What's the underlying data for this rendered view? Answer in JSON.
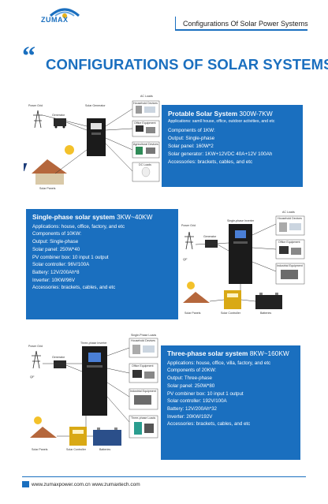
{
  "header": {
    "brand": "ZUMAX",
    "title": "Configurations Of Solar Power Systems"
  },
  "main_title": "CONFIGURATIONS  OF SOLAR SYSTEMS",
  "system1": {
    "title": "Protable Solar System",
    "range": "300W-7KW",
    "applications": "Applications: samll house, office, outdoor activities, and etc",
    "lines": [
      "Components of 1KW:",
      "Output: Single-phase",
      "Solar panel: 160W*2",
      "Solar generator:  1KW+12VDC 40A+12V 100Ah",
      "Accessories:  brackets, cables, and etc"
    ],
    "diagram_labels": {
      "power_grid": "Power Grid",
      "generator": "Generator",
      "solar_generator": "Solar Generator",
      "solar_panels": "Solar Panels",
      "ac_loads": "AC Loads",
      "household": "Household Devices",
      "office": "Office Equipment",
      "agri": "Agricultural Devices",
      "dc_loads": "DC Loads"
    }
  },
  "system2": {
    "title": "Single-phase solar system",
    "range": "3KW~40KW",
    "lines": [
      "Applications: house, office, factory, and etc",
      "Components of 10KW:",
      "Output: Single-phase",
      "Solar panel: 250W*40",
      "PV combiner box: 10 input 1 output",
      "Solar controller: 96V/100A",
      "Battery: 12V/200Ah*8",
      "Inverter: 10KW/96V",
      "Accessories: brackets, cables, and etc"
    ],
    "diagram_labels": {
      "power_grid": "Power Grid",
      "generator": "Generator",
      "inverter": "Single-phase Inverter",
      "ac_loads": "AC Loads",
      "household": "Household Devices",
      "office": "Office Equipment",
      "industrial": "Industrial Equipment",
      "solar_panels": "Solar Panels",
      "solar_controller": "Solar Controller",
      "batteries": "Batteries"
    }
  },
  "system3": {
    "title": "Three-phase solar system",
    "range": "8KW~160KW",
    "lines": [
      "Applications: house, office, villa, factory, and etc",
      "Components of 20KW:",
      "Output: Three-phase",
      "Solar panel: 250W*80",
      "PV combiner box: 10 input 1 output",
      "Solar controller: 192V/100A",
      "Battery: 12V/200Ah*32",
      "Inverter: 20KW/192V",
      "Accessories: brackets, cables, and etc"
    ],
    "diagram_labels": {
      "power_grid": "Power Grid",
      "generator": "Generator",
      "inverter": "Three-phase Inverter",
      "single_loads": "Single-Phase Loads",
      "household": "Household Devices",
      "office": "Office Equipment",
      "industrial": "Industrial Equipment",
      "three_phase": "Three-phase Loads",
      "solar_panels": "Solar Panels",
      "solar_controller": "Solar Controller",
      "batteries": "Batteries"
    }
  },
  "footer": {
    "websites": "www.zumaxpower.com.cn  www.zumaxtech.com"
  },
  "colors": {
    "brand_blue": "#1a6fbf"
  }
}
